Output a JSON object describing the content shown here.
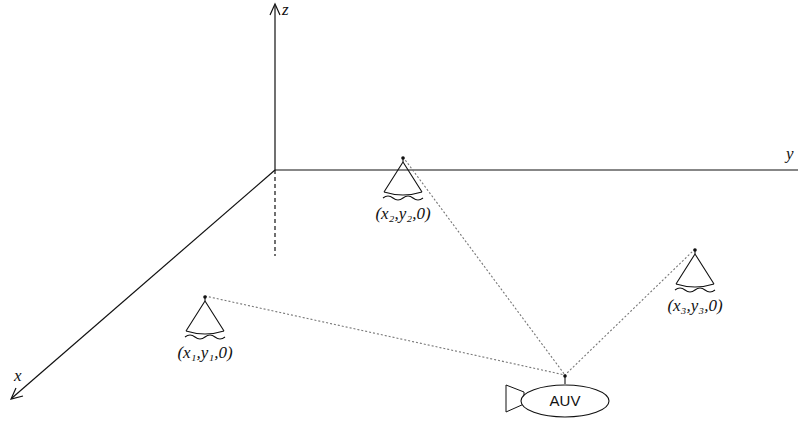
{
  "diagram": {
    "nodes": [
      {
        "text": [
          "(x₁,y₁,0)"
        ]
      },
      {
        "text": [
          "(x₂,y₂,0)"
        ]
      },
      {
        "text": [
          "(x₃,y₃,0)"
        ]
      },
      {
        "text": [
          "AUV"
        ]
      }
    ],
    "edges": [
      {
        "from": 0,
        "to": 3,
        "arrow": "none"
      },
      {
        "from": 1,
        "to": 3,
        "arrow": "none"
      },
      {
        "from": 2,
        "to": 3,
        "arrow": "none"
      }
    ],
    "labels": [
      "z",
      "x",
      "y"
    ]
  }
}
